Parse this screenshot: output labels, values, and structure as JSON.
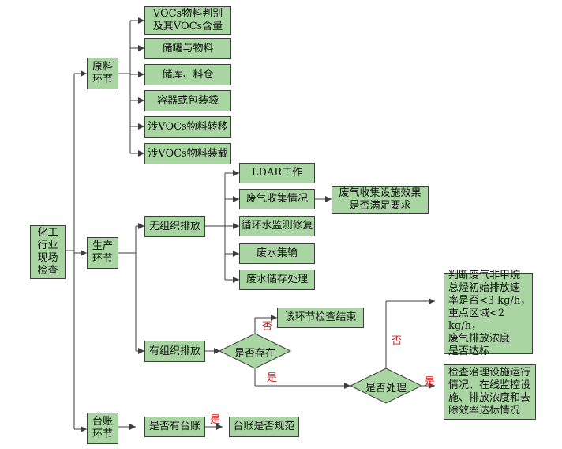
{
  "colors": {
    "box_fill": "#a8d5a2",
    "line": "#3e3e3e",
    "label_red": "#d11f1f"
  },
  "root": "化工\n行业\n现场\n检查",
  "raw": {
    "title": "原料\n环节",
    "items": [
      "VOCs物料判别\n及其VOCs含量",
      "储罐与物料",
      "储库、料仓",
      "容器或包装袋",
      "涉VOCs物料转移",
      "涉VOCs物料装载"
    ]
  },
  "production": {
    "title": "生产\n环节",
    "fugitive": {
      "title": "无组织排放",
      "items": [
        "LDAR工作",
        "废气收集情况",
        "循环水监测修复",
        "废水集输",
        "废水储存处理"
      ],
      "collection_effect": "废气收集设施效果\n是否满足要求"
    },
    "organized": {
      "title": "有组织排放",
      "exists": "是否存在",
      "end": "该环节检查结束",
      "treated": "是否处理",
      "judge": "判断废气非甲烷\n总烃初始排放速\n率是否<3 kg/h，\n重点区域<2 kg/h，\n废气排放浓度\n是否达标",
      "check": "检查治理设施运行\n情况、在线监控设\n施、排放浓度和去\n除效率达标情况"
    }
  },
  "ledger": {
    "title": "台账\n环节",
    "has_ledger": "是否有台账",
    "standard": "台账是否规范"
  },
  "labels": {
    "no": "否",
    "yes": "是"
  }
}
